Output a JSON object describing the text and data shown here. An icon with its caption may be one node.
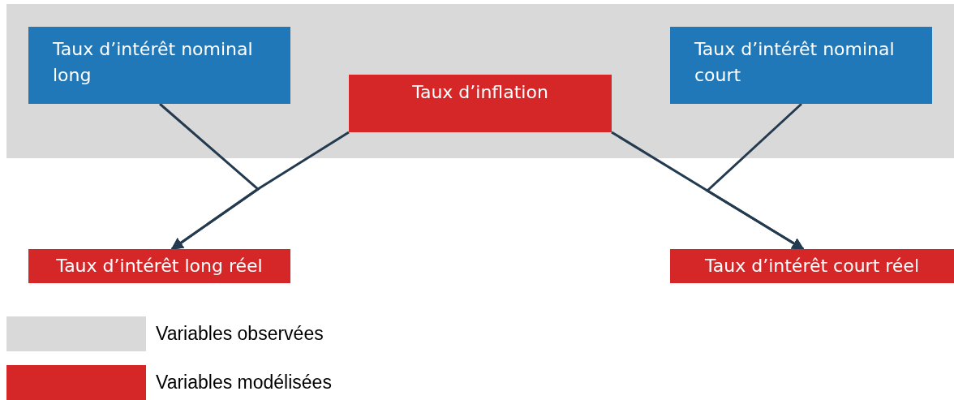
{
  "diagram": {
    "nodes": [
      {
        "text": [
          "Taux d’intérêt nominal long"
        ]
      },
      {
        "text": [
          "Taux d’inflation"
        ]
      },
      {
        "text": [
          "Taux d’intérêt nominal court"
        ]
      },
      {
        "text": [
          "Taux d’intérêt long réel"
        ]
      },
      {
        "text": [
          "Taux d’intérêt court réel"
        ]
      }
    ],
    "edges": [
      {
        "from": 0,
        "to": 3,
        "arrow": "to"
      },
      {
        "from": 1,
        "to": 3,
        "arrow": "to"
      },
      {
        "from": 2,
        "to": 4,
        "arrow": "to"
      },
      {
        "from": 1,
        "to": 4,
        "arrow": "to"
      }
    ],
    "legend": [
      {
        "text": "Variables observées",
        "color": "#d9d9d9"
      },
      {
        "text": "Variables modélisées",
        "color": "#d62728"
      }
    ]
  }
}
